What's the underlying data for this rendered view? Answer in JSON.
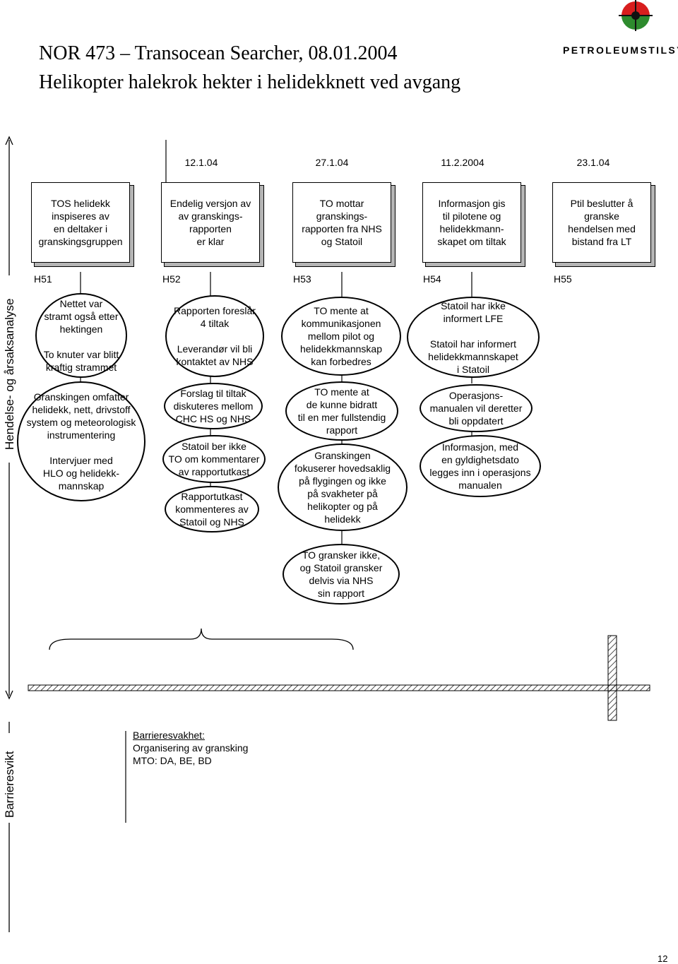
{
  "header": {
    "title_line1": "NOR 473 – Transocean Searcher, 08.01.2004",
    "title_line2": "Helikopter halekrok hekter i helidekknett ved avgang",
    "logo_text": "PETROLEUMSTILSYNET",
    "logo_colors": {
      "top": "#d81e1e",
      "bottom": "#2e8b2e",
      "center": "#111111"
    }
  },
  "dates": [
    "12.1.04",
    "27.1.04",
    "11.2.2004",
    "23.1.04"
  ],
  "events": [
    "TOS helidekk\ninspiseres av\nen deltaker i\ngranskingsgruppen",
    "Endelig versjon av\nav granskings-\nrapporten\ner klar",
    "TO mottar\ngranskings-\nrapporten fra NHS\nog Statoil",
    "Informasjon gis\ntil pilotene og\nhelidekkmann-\nskapet om tiltak",
    "Ptil beslutter å\ngranske\nhendelsen med\nbistand fra LT"
  ],
  "h_labels": [
    "H51",
    "H52",
    "H53",
    "H54",
    "H55"
  ],
  "col1": [
    "Nettet var\nstramt også etter\nhektingen\n\nTo knuter var blitt\nkraftig strammet",
    "Granskingen omfatter\nhelidekk, nett, drivstoff\nsystem og meteorologisk\ninstrumentering\n\nIntervjuer med\nHLO og helidekk-\nmannskap"
  ],
  "col2": [
    "Rapporten foreslår\n4 tiltak\n\nLeverandør vil bli\nkontaktet av NHS",
    "Forslag til tiltak\ndiskuteres mellom\nCHC HS og NHS",
    "Statoil ber ikke\nTO om kommentarer\nav rapportutkast",
    "Rapportutkast\nkommenteres av\nStatoil og NHS"
  ],
  "col3": [
    "TO mente at\nkommunikasjonen\nmellom pilot og\nhelidekkmannskap\nkan forbedres",
    "TO mente at\nde kunne bidratt\ntil en mer fullstendig\nrapport",
    "Granskingen\nfokuserer hovedsaklig\npå flygingen og ikke\npå svakheter på\nhelikopter og på\nhelidekk",
    "TO gransker ikke,\nog Statoil gransker\ndelvis via NHS\nsin rapport"
  ],
  "col4": [
    "Statoil har ikke\ninformert LFE\n\nStatoil har informert\nhelidekkmannskapet\ni Statoil",
    "Operasjons-\nmanualen vil deretter\nbli oppdatert",
    "Informasjon, med\nen gyldighetsdato\nlegges inn i operasjons\nmanualen"
  ],
  "side_labels": {
    "top": "Hendelse- og årsaksanalyse",
    "bottom": "Barrieresvikt"
  },
  "barrier": {
    "heading": "Barrieresvakhet:",
    "line1": "Organisering av gransking",
    "line2": "MTO: DA, BE, BD"
  },
  "page_number": "12"
}
